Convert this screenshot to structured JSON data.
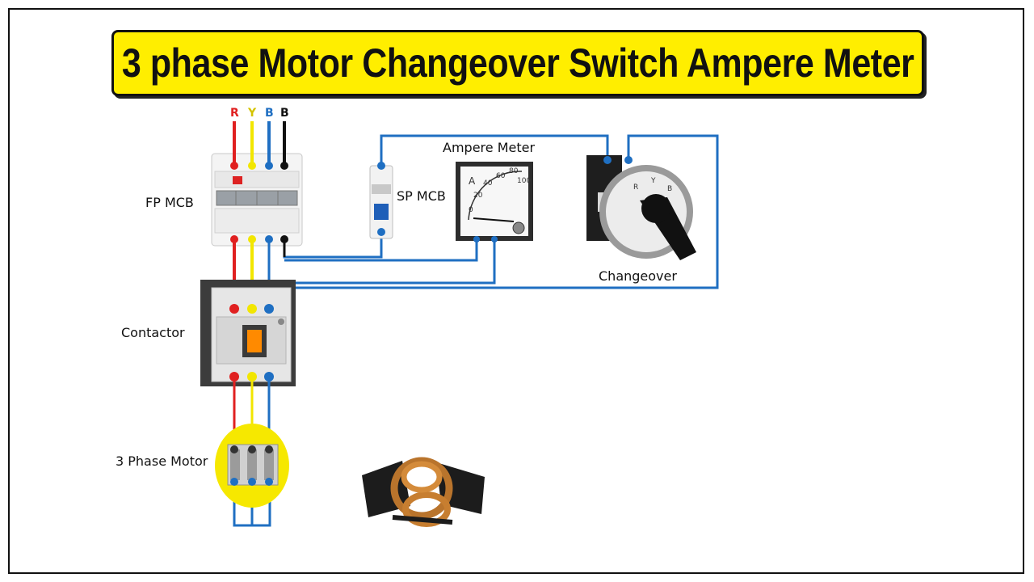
{
  "title": "3 phase Motor Changeover Switch Ampere Meter",
  "labels": {
    "fp_mcb": "FP MCB",
    "sp_mcb": "SP MCB",
    "ampere_meter": "Ampere Meter",
    "changeover": "Changeover",
    "contactor": "Contactor",
    "motor": "3 Phase Motor"
  },
  "phases": [
    {
      "label": "R",
      "color": "#e02020"
    },
    {
      "label": "Y",
      "color": "#f2e600"
    },
    {
      "label": "B",
      "color": "#1f6fc2"
    },
    {
      "label": "B",
      "color": "#111111"
    }
  ],
  "meter_scale": {
    "unit": "A",
    "ticks": [
      "0",
      "20",
      "40",
      "60",
      "80",
      "100"
    ]
  },
  "changeover_positions": [
    "R",
    "Y",
    "B"
  ],
  "colors": {
    "banner": "#ffee00",
    "control_wire": "#1f6fc2"
  }
}
